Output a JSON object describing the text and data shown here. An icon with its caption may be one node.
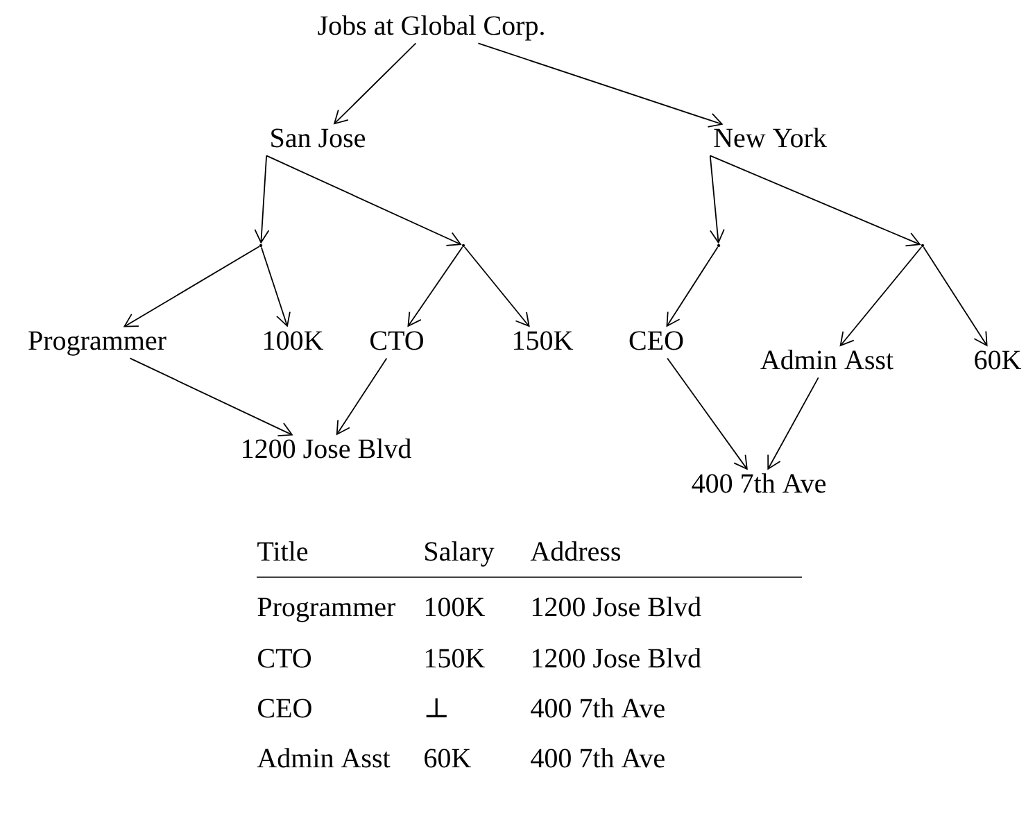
{
  "diagram": {
    "nodes": [
      {
        "text": [
          "Jobs at Global Corp."
        ]
      },
      {
        "text": [
          "San Jose"
        ]
      },
      {
        "text": [
          "New York"
        ]
      },
      {
        "text": [],
        "shape": "point"
      },
      {
        "text": [],
        "shape": "point"
      },
      {
        "text": [],
        "shape": "point"
      },
      {
        "text": [],
        "shape": "point"
      },
      {
        "text": [
          "Programmer"
        ]
      },
      {
        "text": [
          "100K"
        ]
      },
      {
        "text": [
          "CTO"
        ]
      },
      {
        "text": [
          "150K"
        ]
      },
      {
        "text": [
          "CEO"
        ]
      },
      {
        "text": [
          "Admin Asst"
        ]
      },
      {
        "text": [
          "60K"
        ]
      },
      {
        "text": [
          "1200 Jose Blvd"
        ]
      },
      {
        "text": [
          "400 7th Ave"
        ]
      }
    ],
    "edges": [
      {
        "from": 0,
        "to": 1,
        "arrow": "to"
      },
      {
        "from": 0,
        "to": 2,
        "arrow": "to"
      },
      {
        "from": 1,
        "to": 3,
        "arrow": "to"
      },
      {
        "from": 1,
        "to": 4,
        "arrow": "to"
      },
      {
        "from": 3,
        "to": 7,
        "arrow": "to"
      },
      {
        "from": 3,
        "to": 8,
        "arrow": "to"
      },
      {
        "from": 4,
        "to": 9,
        "arrow": "to"
      },
      {
        "from": 4,
        "to": 10,
        "arrow": "to"
      },
      {
        "from": 2,
        "to": 5,
        "arrow": "to"
      },
      {
        "from": 2,
        "to": 6,
        "arrow": "to"
      },
      {
        "from": 5,
        "to": 11,
        "arrow": "to"
      },
      {
        "from": 6,
        "to": 12,
        "arrow": "to"
      },
      {
        "from": 6,
        "to": 13,
        "arrow": "to"
      },
      {
        "from": 7,
        "to": 14,
        "arrow": "to"
      },
      {
        "from": 9,
        "to": 14,
        "arrow": "to"
      },
      {
        "from": 11,
        "to": 15,
        "arrow": "to"
      },
      {
        "from": 12,
        "to": 15,
        "arrow": "to"
      }
    ],
    "labels": [
      "Title",
      "Salary",
      "Address",
      "Programmer",
      "100K",
      "1200 Jose Blvd",
      "CTO",
      "150K",
      "1200 Jose Blvd",
      "CEO",
      "⊥",
      "400 7th Ave",
      "Admin Asst",
      "60K",
      "400 7th Ave"
    ]
  }
}
